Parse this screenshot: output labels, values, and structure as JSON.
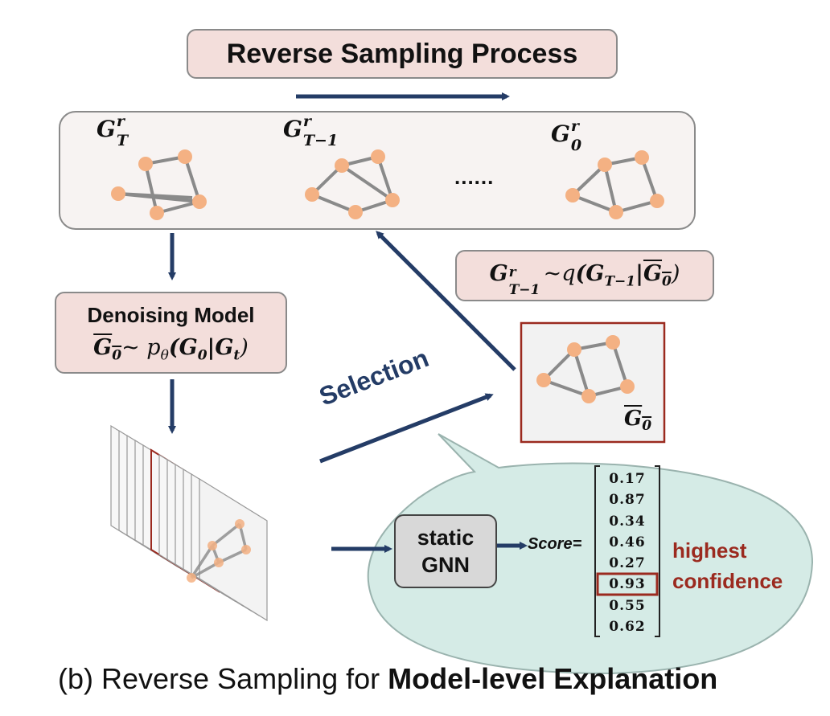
{
  "title": "Reverse Sampling Process",
  "sequence": {
    "graph_labels": [
      {
        "base": "G",
        "sup": "r",
        "sub": "T"
      },
      {
        "base": "G",
        "sup": "r",
        "sub": "T−1"
      },
      {
        "base": "G",
        "sup": "r",
        "sub": "0"
      }
    ],
    "ellipsis": "......"
  },
  "denoising_model": {
    "title": "Denoising Model",
    "formula_lhs": "G",
    "formula_lhs_sub": "0",
    "formula_tilde": "~",
    "formula_p": "p",
    "formula_p_sub": "θ",
    "formula_args": "(G",
    "formula_args_sub": "0",
    "formula_bar": "|G",
    "formula_bar_sub": "t",
    "formula_close": ")"
  },
  "sampling_formula": {
    "base": "G",
    "sup": "r",
    "sub": "T−1",
    "tilde": "~",
    "q": "q",
    "open": "(G",
    "inner_sub": "T−1",
    "bar": "|",
    "g0": "G",
    "g0_sub": "0",
    "close": ")"
  },
  "selection_label": "Selection",
  "selected_graph_label": {
    "base": "G",
    "sub": "0"
  },
  "static_gnn": {
    "line1": "static",
    "line2": "GNN"
  },
  "score_label": "Score=",
  "scores": [
    "0.17",
    "0.87",
    "0.34",
    "0.46",
    "0.27",
    "0.93",
    "0.55",
    "0.62"
  ],
  "highest_index": 5,
  "highest_label": [
    "highest",
    "confidence"
  ],
  "caption": {
    "prefix": "(b) Reverse Sampling for ",
    "bold": "Model-level Explanation"
  },
  "colors": {
    "arrow": "#243c66",
    "node": "#f4b183",
    "edge": "#8a8a8a",
    "pink": "#f3dedb",
    "bubble": "#d5ebe6",
    "highlight": "#9b2a1f"
  }
}
